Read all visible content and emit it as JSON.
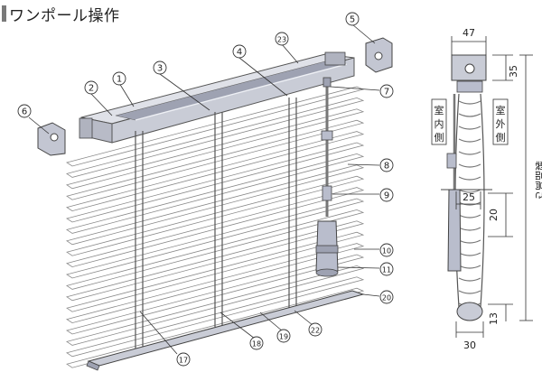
{
  "title": "ワンポール操作",
  "colors": {
    "slat_top": "#ffffff",
    "slat_edge": "#9a9a9a",
    "metal": "#c9ccd6",
    "metal_dark": "#8e91a0",
    "wand": "#b9bdcc",
    "line": "#333333"
  },
  "callouts": [
    "1",
    "2",
    "3",
    "4",
    "5",
    "6",
    "7",
    "8",
    "9",
    "10",
    "11",
    "17",
    "18",
    "19",
    "20",
    "22",
    "23"
  ],
  "dimensions": {
    "width_top": "47",
    "height_top": "35",
    "cord_offset": "25",
    "slat_pitch": "20",
    "bottom_width": "30",
    "bottom_height": "13",
    "product_height": "製品高さ"
  },
  "side_labels": {
    "indoor": [
      "室",
      "内",
      "側"
    ],
    "outdoor": [
      "室",
      "外",
      "側"
    ]
  }
}
